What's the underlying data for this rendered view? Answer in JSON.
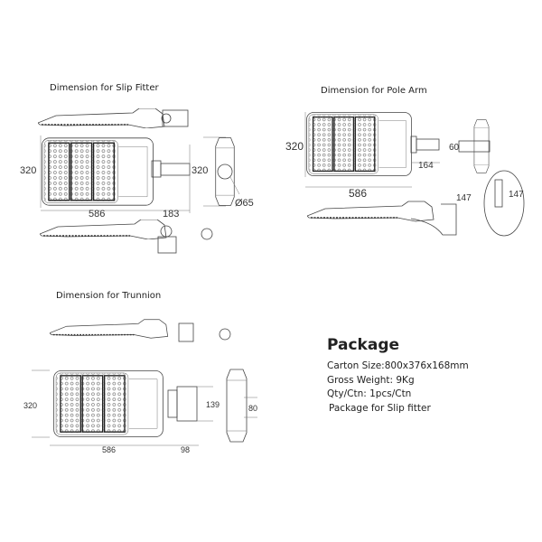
{
  "slip_fitter": {
    "title": "Dimension for Slip Fitter",
    "height": "320",
    "length": "586",
    "bracket": "183",
    "end_height": "320",
    "diameter": "Ø65"
  },
  "pole_arm": {
    "title": "Dimension for Pole Arm",
    "height": "320",
    "length": "586",
    "arm": "164",
    "end_width": "60",
    "side_147": "147",
    "detail_147": "147"
  },
  "trunnion": {
    "title": "Dimension for Trunnion",
    "height": "320",
    "length": "586",
    "bracket": "98",
    "bracket_height": "139",
    "end_width": "80"
  },
  "package": {
    "title": "Package",
    "carton_size": "Carton Size:800x376x168mm",
    "gross_weight": "Gross Weight: 9Kg",
    "qty": "Qty/Ctn: 1pcs/Ctn",
    "note": "Package for Slip fitter"
  }
}
